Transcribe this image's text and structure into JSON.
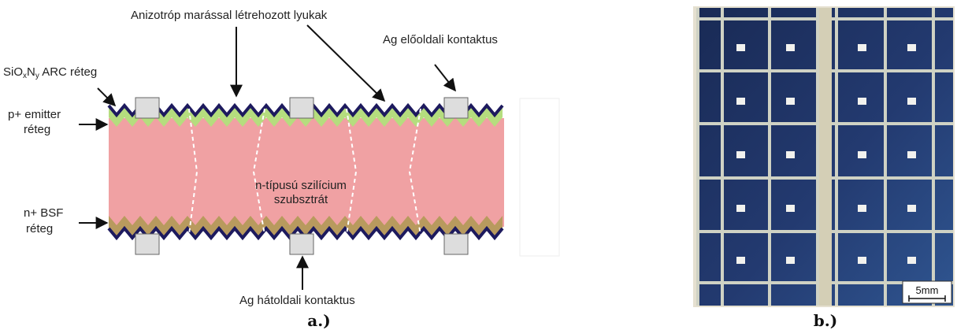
{
  "diagram": {
    "labels": {
      "holes": "Anizotróp marással létrehozott lyukak",
      "front_contact": "Ag előoldali kontaktus",
      "arc_main": "SiO",
      "arc_x": "x",
      "arc_n": "N",
      "arc_y": "y",
      "arc_rest": " ARC réteg",
      "emitter_line1": "p+ emitter",
      "emitter_line2": "réteg",
      "substrate_line1": "n-típusú szilícium",
      "substrate_line2": "szubsztrát",
      "bsf_line1": "n+ BSF",
      "bsf_line2": "réteg",
      "back_contact": "Ag hátoldali kontaktus"
    },
    "caption": "a.)",
    "colors": {
      "arc": "#1d1a5e",
      "emitter": "#b5dd7e",
      "substrate": "#f0a1a3",
      "bsf": "#b89a5e",
      "contact": "#dddddd"
    }
  },
  "photo": {
    "scale_label": "5mm",
    "caption": "b.)",
    "colors": {
      "cell": "#1f3262",
      "grid": "#cfd2c4",
      "busbar": "#d4cfb6",
      "frame": "#e5e0d0"
    }
  }
}
